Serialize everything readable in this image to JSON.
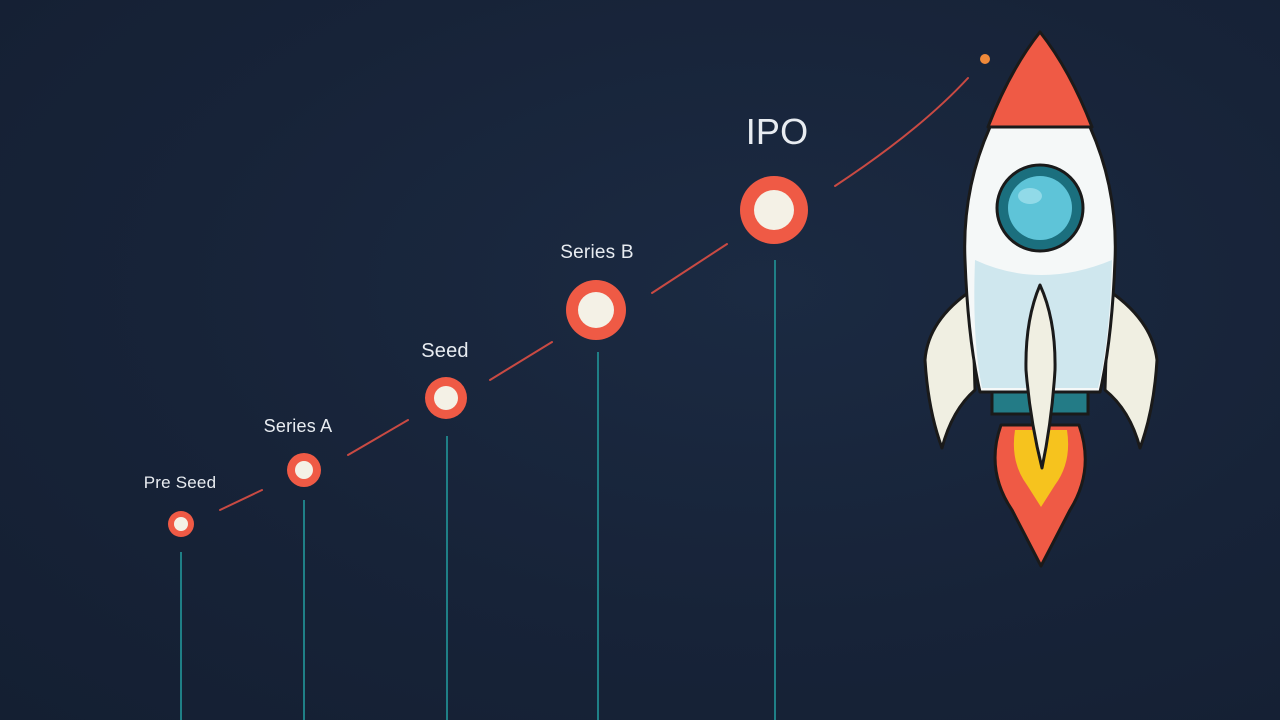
{
  "stages": [
    {
      "label": "Pre Seed"
    },
    {
      "label": "Series A"
    },
    {
      "label": "Seed"
    },
    {
      "label": "Series B"
    },
    {
      "label": "IPO"
    }
  ],
  "colors": {
    "background": "#172338",
    "milestone_ring": "#ef5a45",
    "milestone_core": "#f4f1e6",
    "stem": "#1f7f86",
    "trajectory": "#c94a43",
    "rocket_nose": "#ef5a45",
    "rocket_body": "#f4f7f7",
    "rocket_window": "#5ec4d8",
    "flame_outer": "#ef5a45",
    "flame_inner": "#f6c31e"
  },
  "icons": [
    "rocket-icon"
  ]
}
